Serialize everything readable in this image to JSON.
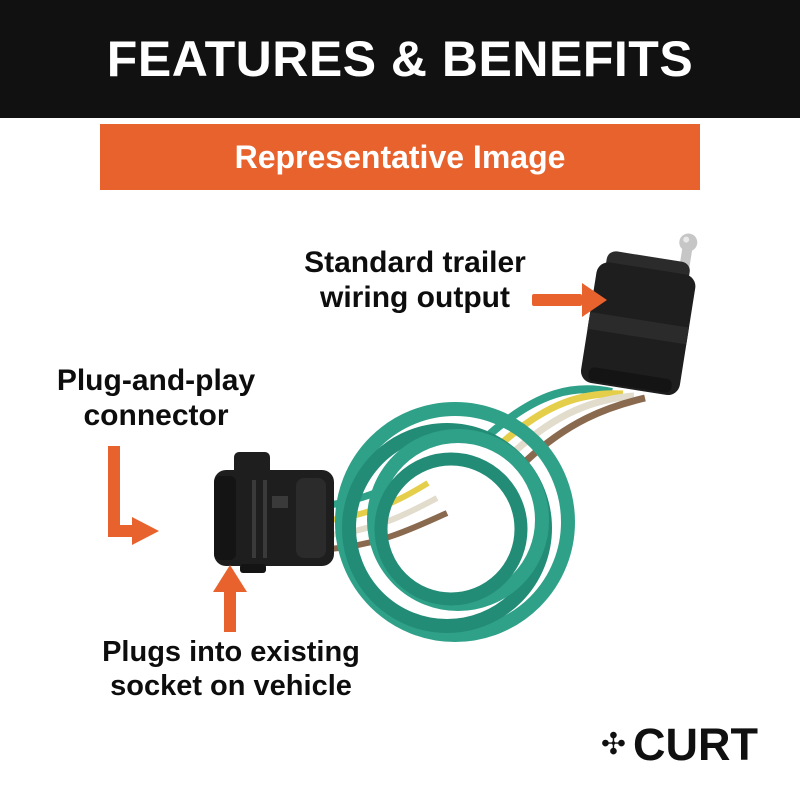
{
  "header": {
    "title": "FEATURES & BENEFITS"
  },
  "banner": {
    "label": "Representative Image"
  },
  "callouts": {
    "output": "Standard trailer\nwiring output",
    "connector": "Plug-and-play\nconnector",
    "socket": "Plugs into existing\nsocket on vehicle"
  },
  "logo": {
    "brand": "CURT",
    "icon": "✣"
  },
  "colors": {
    "header_bg": "#111111",
    "accent_orange": "#E8622D",
    "text_black": "#0D0D0D",
    "wire_green": "#2FA189",
    "wire_green_dark": "#238C77",
    "wire_yellow": "#E4CE4A",
    "wire_brown": "#8A6A4F",
    "wire_white": "#E2DCCC",
    "connector_black": "#1E1E1E",
    "chrome": "#C6C6C6"
  }
}
